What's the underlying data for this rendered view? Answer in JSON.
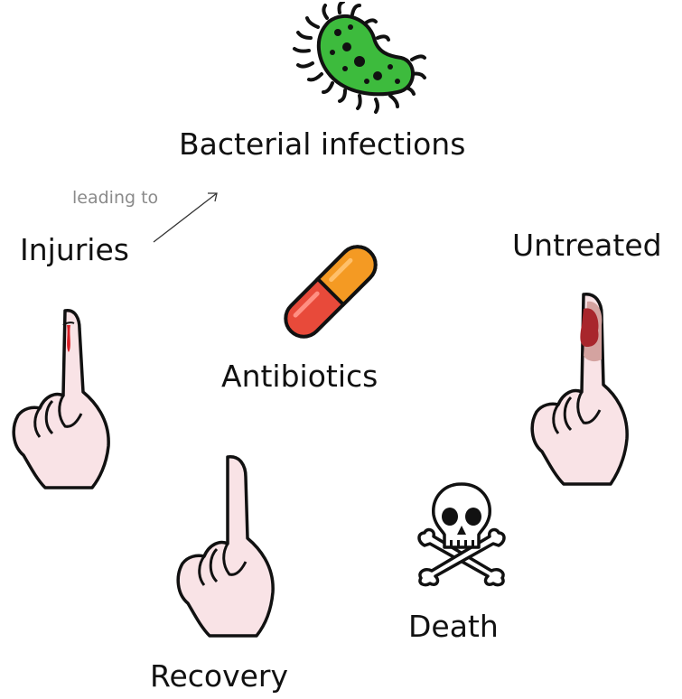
{
  "nodes": {
    "bacteria": {
      "label": "Bacterial infections",
      "icon": "bacterium-icon"
    },
    "antibiotics": {
      "label": "Antibiotics",
      "icon": "pill-capsule-icon"
    },
    "injuries": {
      "label": "Injuries",
      "icon": "bleeding-finger-icon"
    },
    "untreated": {
      "label": "Untreated",
      "icon": "infected-finger-icon"
    },
    "death": {
      "label": "Death",
      "icon": "skull-crossbones-icon"
    },
    "recovery": {
      "label": "Recovery",
      "icon": "healthy-finger-icon"
    }
  },
  "edges": [
    {
      "from": "injuries",
      "to": "bacteria",
      "label": "leading to"
    }
  ],
  "colors": {
    "bacteria_fill": "#3dbb3d",
    "pill_red": "#e84a3a",
    "pill_orange": "#f49a23",
    "skin": "#f9e3e6",
    "blood": "#d81f26",
    "infection": "#a8262c",
    "outline": "#111111"
  }
}
